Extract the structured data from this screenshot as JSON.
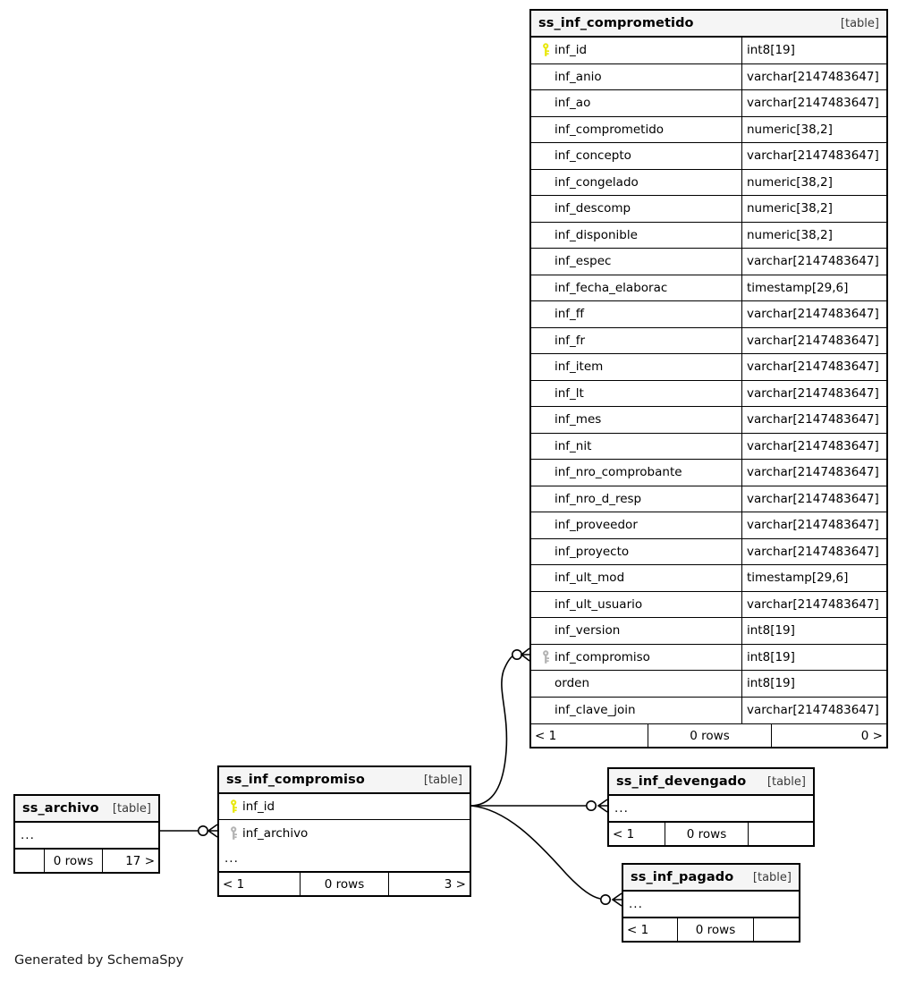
{
  "diagram": {
    "title": "SchemaSpy table relationships diagram",
    "credit": "Generated by SchemaSpy",
    "table_tag": "[table]",
    "ellipsis": "...",
    "colors": {
      "primary_key": "#e8e80d",
      "foreign_key": "#b3b3b3",
      "header_background": "#f5f5f5",
      "border": "#000000",
      "page_background": "#ffffff"
    }
  },
  "tables": {
    "comprometido": {
      "name": "ss_inf_comprometido",
      "tag": "[table]",
      "columns": [
        {
          "key": "primary",
          "name": "inf_id",
          "type": "int8[19]"
        },
        {
          "key": "none",
          "name": "inf_anio",
          "type": "varchar[2147483647]"
        },
        {
          "key": "none",
          "name": "inf_ao",
          "type": "varchar[2147483647]"
        },
        {
          "key": "none",
          "name": "inf_comprometido",
          "type": "numeric[38,2]"
        },
        {
          "key": "none",
          "name": "inf_concepto",
          "type": "varchar[2147483647]"
        },
        {
          "key": "none",
          "name": "inf_congelado",
          "type": "numeric[38,2]"
        },
        {
          "key": "none",
          "name": "inf_descomp",
          "type": "numeric[38,2]"
        },
        {
          "key": "none",
          "name": "inf_disponible",
          "type": "numeric[38,2]"
        },
        {
          "key": "none",
          "name": "inf_espec",
          "type": "varchar[2147483647]"
        },
        {
          "key": "none",
          "name": "inf_fecha_elaborac",
          "type": "timestamp[29,6]"
        },
        {
          "key": "none",
          "name": "inf_ff",
          "type": "varchar[2147483647]"
        },
        {
          "key": "none",
          "name": "inf_fr",
          "type": "varchar[2147483647]"
        },
        {
          "key": "none",
          "name": "inf_item",
          "type": "varchar[2147483647]"
        },
        {
          "key": "none",
          "name": "inf_lt",
          "type": "varchar[2147483647]"
        },
        {
          "key": "none",
          "name": "inf_mes",
          "type": "varchar[2147483647]"
        },
        {
          "key": "none",
          "name": "inf_nit",
          "type": "varchar[2147483647]"
        },
        {
          "key": "none",
          "name": "inf_nro_comprobante",
          "type": "varchar[2147483647]"
        },
        {
          "key": "none",
          "name": "inf_nro_d_resp",
          "type": "varchar[2147483647]"
        },
        {
          "key": "none",
          "name": "inf_proveedor",
          "type": "varchar[2147483647]"
        },
        {
          "key": "none",
          "name": "inf_proyecto",
          "type": "varchar[2147483647]"
        },
        {
          "key": "none",
          "name": "inf_ult_mod",
          "type": "timestamp[29,6]"
        },
        {
          "key": "none",
          "name": "inf_ult_usuario",
          "type": "varchar[2147483647]"
        },
        {
          "key": "none",
          "name": "inf_version",
          "type": "int8[19]"
        },
        {
          "key": "foreign",
          "name": "inf_compromiso",
          "type": "int8[19]"
        },
        {
          "key": "none",
          "name": "orden",
          "type": "int8[19]"
        },
        {
          "key": "none",
          "name": "inf_clave_join",
          "type": "varchar[2147483647]"
        }
      ],
      "footer": {
        "left": "< 1",
        "middle": "0 rows",
        "right": "0 >"
      }
    },
    "compromiso": {
      "name": "ss_inf_compromiso",
      "tag": "[table]",
      "columns": [
        {
          "key": "primary",
          "name": "inf_id",
          "type": ""
        },
        {
          "key": "foreign",
          "name": "inf_archivo",
          "type": ""
        }
      ],
      "more": "...",
      "footer": {
        "left": "< 1",
        "middle": "0 rows",
        "right": "3 >"
      }
    },
    "archivo": {
      "name": "ss_archivo",
      "tag": "[table]",
      "more": "...",
      "footer": {
        "left": "",
        "middle": "0 rows",
        "right": "17 >"
      }
    },
    "devengado": {
      "name": "ss_inf_devengado",
      "tag": "[table]",
      "more": "...",
      "footer": {
        "left": "< 1",
        "middle": "0 rows",
        "right": ""
      }
    },
    "pagado": {
      "name": "ss_inf_pagado",
      "tag": "[table]",
      "more": "...",
      "footer": {
        "left": "< 1",
        "middle": "0 rows",
        "right": ""
      }
    }
  }
}
